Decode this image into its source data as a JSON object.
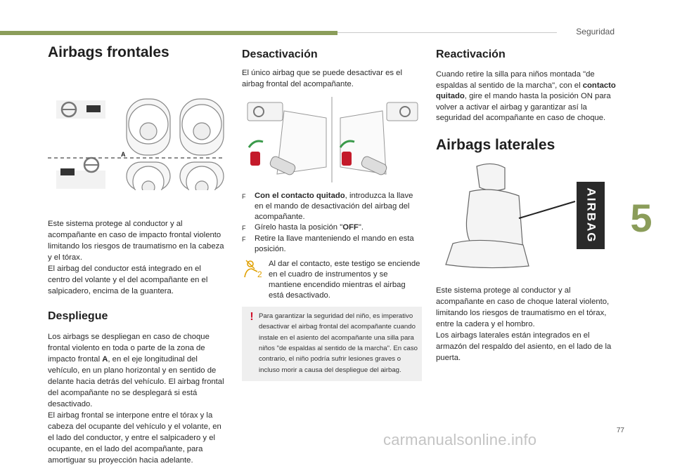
{
  "header": {
    "section": "Seguridad",
    "chapter": "5",
    "page": "77"
  },
  "watermark": "carmanualsonline.info",
  "col1": {
    "title": "Airbags frontales",
    "fig_label_a": "A",
    "intro": "Este sistema protege al conductor y al acompañante en caso de impacto frontal violento limitando los riesgos de traumatismo en la cabeza y el tórax.",
    "intro2": "El airbag del conductor está integrado en el centro del volante y el del acompañante en el salpicadero, encima de la guantera.",
    "despliegue_title": "Despliegue",
    "despliegue_p1a": "Los airbags se despliegan en caso de choque frontal violento en toda o parte de la zona de impacto frontal ",
    "despliegue_p1b": "A",
    "despliegue_p1c": ", en el eje longitudinal del vehículo, en un plano horizontal y en sentido de delante hacia detrás del vehículo. El airbag frontal del acompañante no se desplegará si está desactivado.",
    "despliegue_p2": "El airbag frontal se interpone entre el tórax y la cabeza del ocupante del vehículo y el volante, en el lado del conductor, y entre el salpicadero y el ocupante, en el lado del acompañante, para amortiguar su proyección hacia adelante."
  },
  "col2": {
    "title": "Desactivación",
    "intro": "El único airbag que se puede desactivar es el airbag frontal del acompañante.",
    "bullet_mark": "F",
    "b1_bold": "Con el contacto quitado",
    "b1_rest": ", introduzca la llave en el mando de desactivación del airbag del acompañante.",
    "b2_pre": "Gírelo hasta la posición \"",
    "b2_bold": "OFF",
    "b2_post": "\".",
    "b3": "Retire la llave manteniendo el mando en esta posición.",
    "note": "Al dar el contacto, este testigo se enciende en el cuadro de instrumentos y se mantiene encendido mientras el airbag está desactivado.",
    "warning": "Para garantizar la seguridad del niño, es imperativo desactivar el airbag frontal del acompañante cuando instale en el asiento del acompañante una silla para niños \"de espaldas al sentido de la marcha\". En caso contrario, el niño podría sufrir lesiones graves o incluso morir a causa del despliegue del airbag."
  },
  "col3": {
    "title": "Reactivación",
    "p1a": "Cuando retire la silla para niños montada \"de espaldas al sentido de la marcha\", con el ",
    "p1b": "contacto quitado",
    "p1c": ", gire el mando hasta la posición ON para volver a activar el airbag y garantizar así la seguridad del acompañante en caso de choque.",
    "lat_title": "Airbags laterales",
    "airbag_label": "AIRBAG",
    "lat_p1": "Este sistema protege al conductor y al acompañante en caso de choque lateral violento, limitando los riesgos de traumatismo en el tórax, entre la cadera y el hombro.",
    "lat_p2": "Los airbags laterales están integrados en el armazón del respaldo del asiento, en el lado de la puerta."
  },
  "colors": {
    "accent": "#8b9d5a",
    "warning_red": "#d0102a",
    "airbag_label_bg": "#2a2a2a"
  }
}
